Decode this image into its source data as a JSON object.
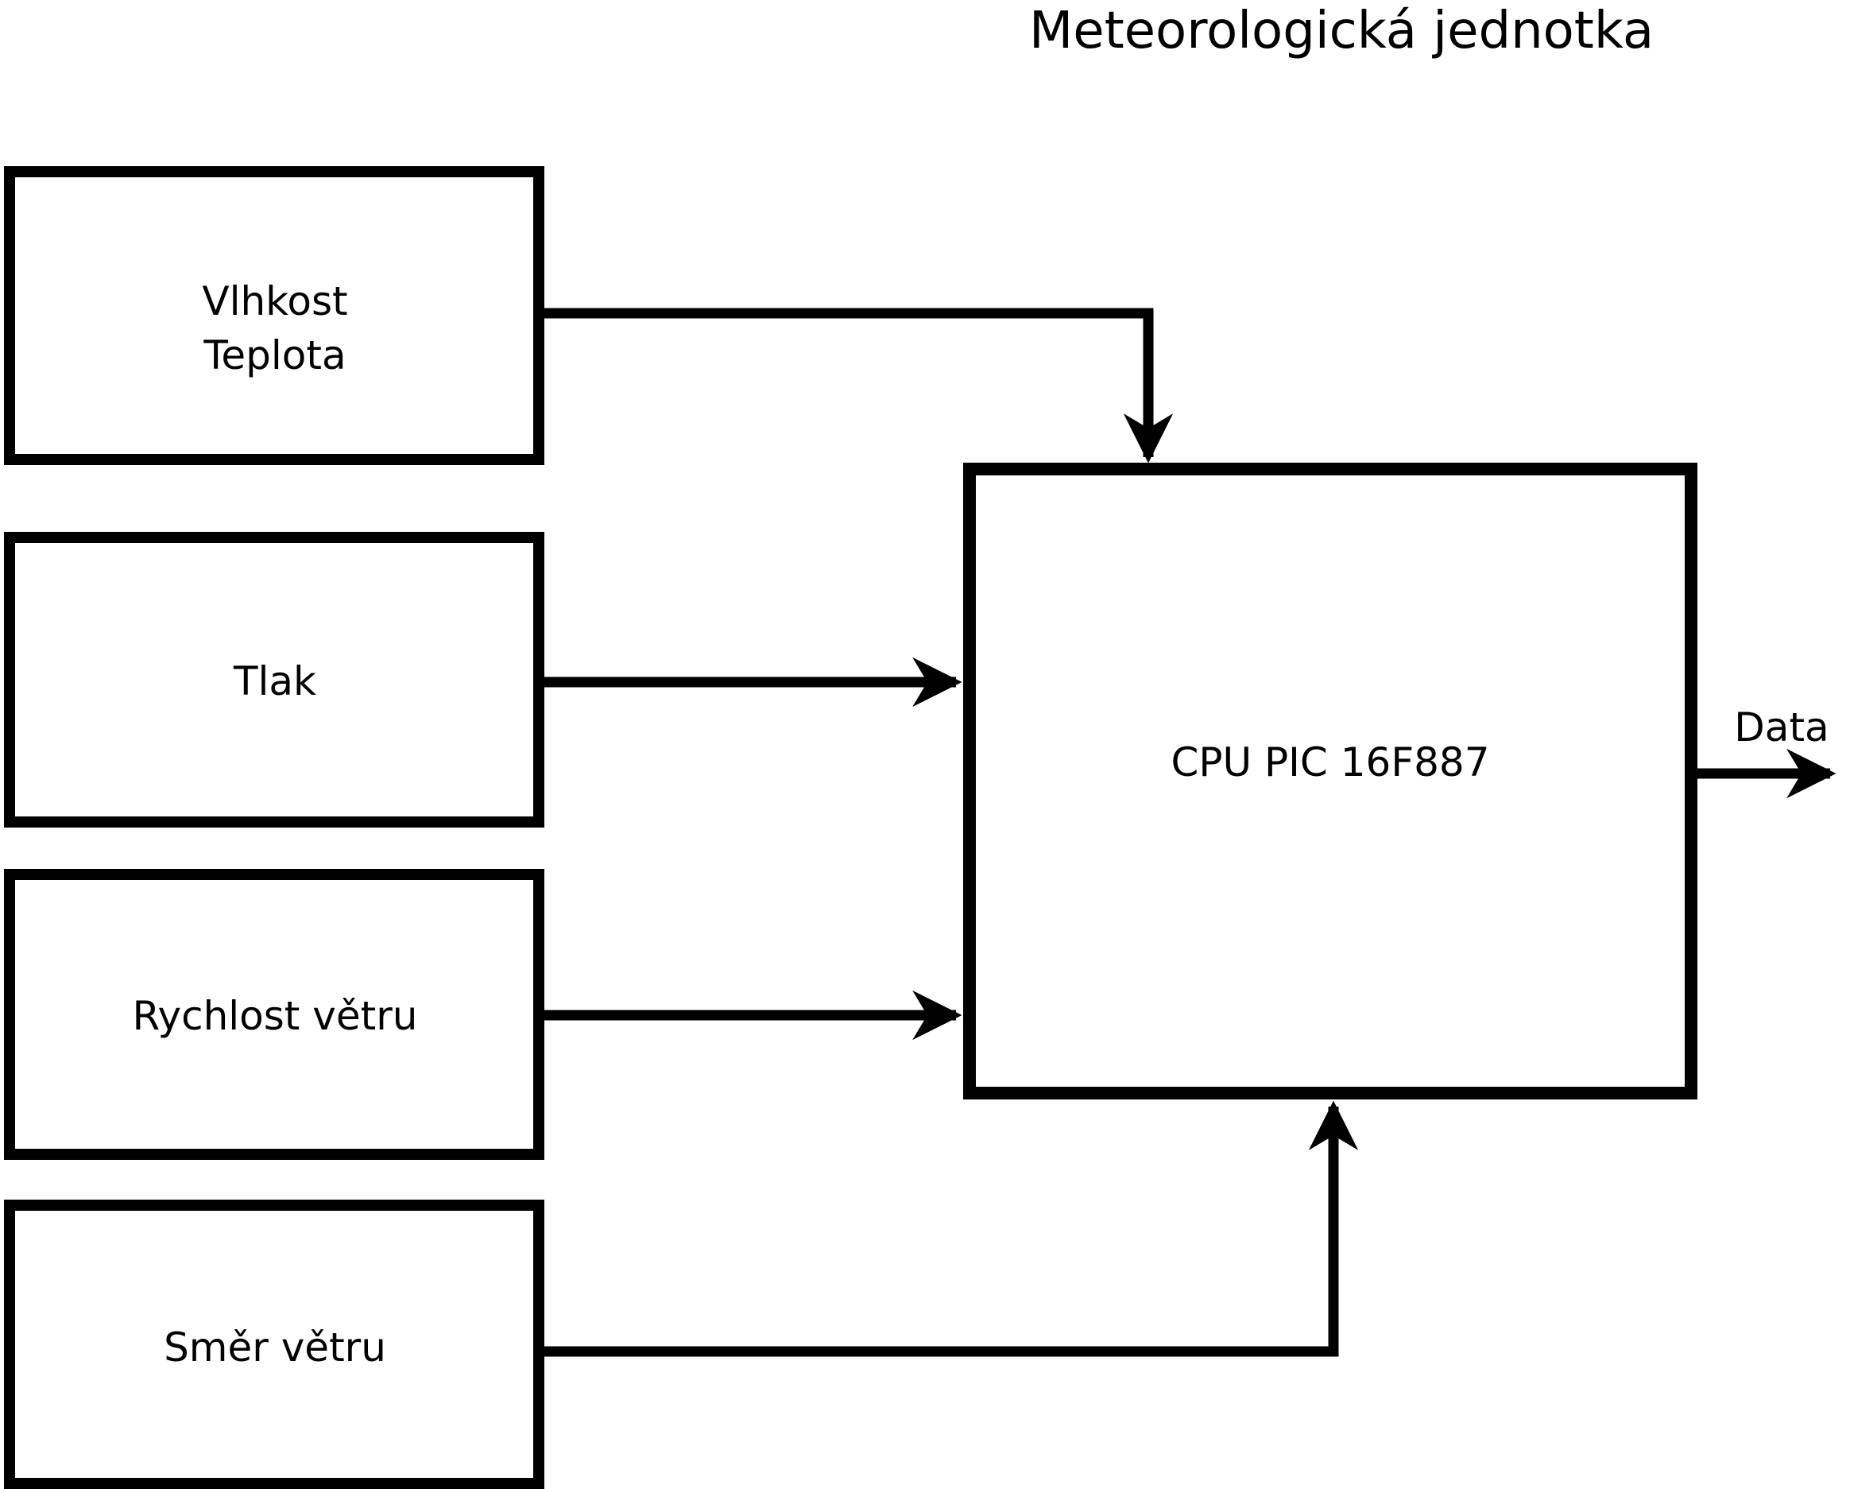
{
  "diagram": {
    "title": "Meteorologická jednotka",
    "type": "block-diagram",
    "colors": {
      "stroke": "#000000",
      "fill": "#ffffff",
      "text": "#000000",
      "background": "#ffffff"
    },
    "nodes": {
      "humidity_temperature": {
        "line1": "Vlhkost",
        "line2": "Teplota"
      },
      "pressure": {
        "label": "Tlak"
      },
      "wind_speed": {
        "label": "Rychlost větru"
      },
      "wind_direction": {
        "label": "Směr větru"
      },
      "cpu": {
        "label": "CPU PIC 16F887"
      }
    },
    "output": {
      "label": "Data"
    },
    "connections": {
      "c1": "humidity_temperature -> cpu (top)",
      "c2": "pressure -> cpu (left)",
      "c3": "wind_speed -> cpu (left)",
      "c4": "wind_direction -> cpu (bottom)",
      "c5": "cpu -> Data (right)"
    }
  }
}
